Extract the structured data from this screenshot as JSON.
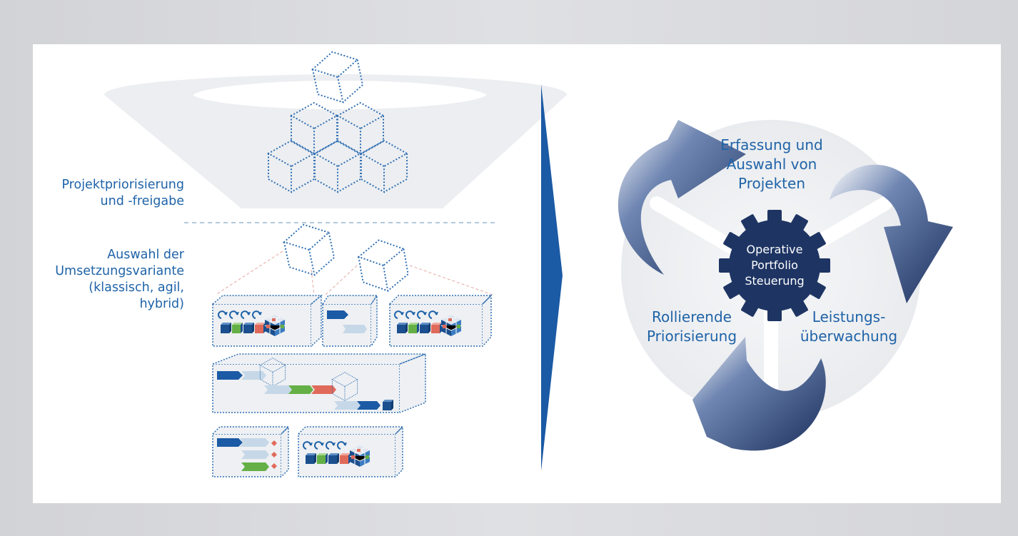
{
  "left_panel": {
    "label_prioritization": "Projektpriorisierung\nund -freigabe",
    "label_variant": "Auswahl der\nUmsetzungsvariante\n(klassisch, agil,\nhybrid)"
  },
  "cycle": {
    "step_capture": "Erfassung und\nAuswahl von\nProjekten",
    "step_monitoring": "Leistungs-\nüberwachung",
    "step_prioritization": "Rollierende\nPriorisierung",
    "center": "Operative\nPortfolio\nSteuerung"
  },
  "colors": {
    "accent_blue": "#1f63a8",
    "arrow_navy": "#1e3564",
    "gear_navy": "#1e3564",
    "red": "#e06a5a",
    "green": "#64b046"
  }
}
